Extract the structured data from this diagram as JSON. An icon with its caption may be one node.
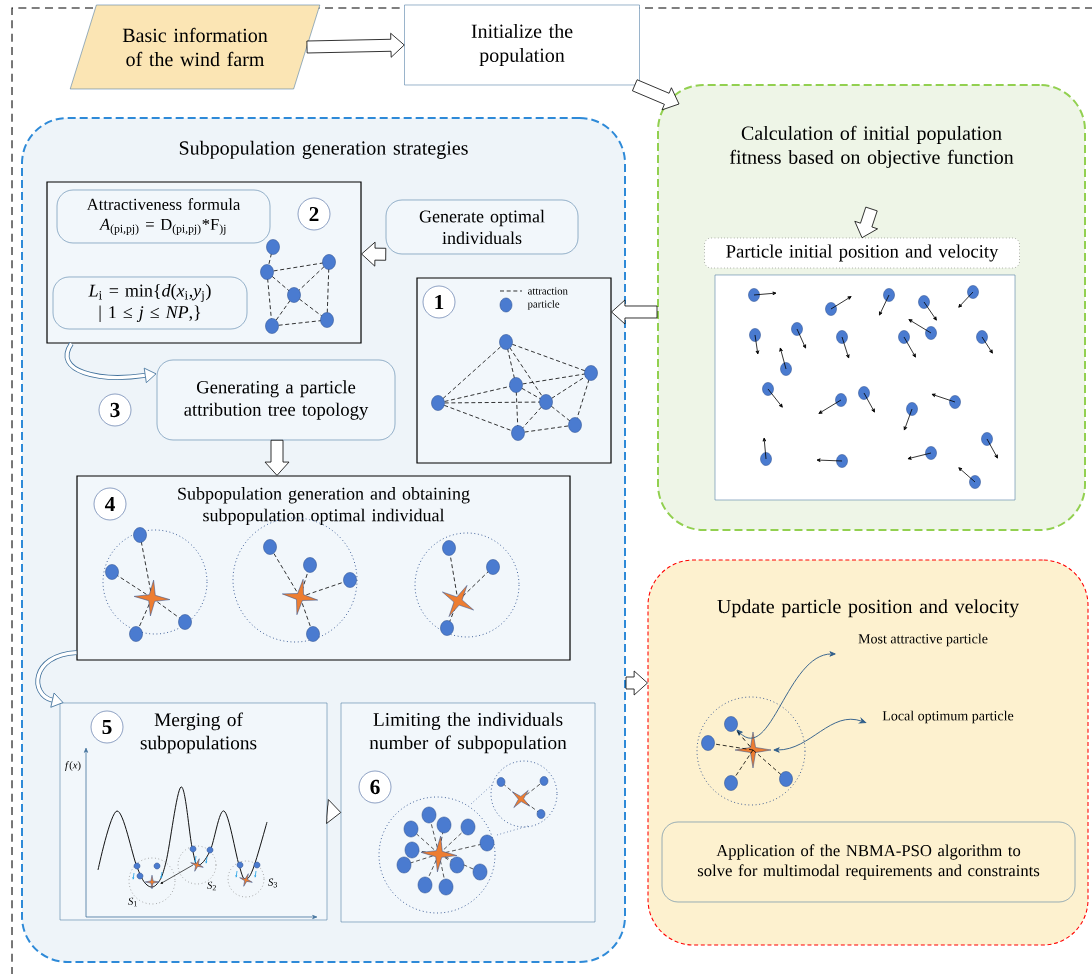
{
  "diagram": {
    "nodes": [
      {
        "text": [
          "Basic information of the wind farm"
        ]
      },
      {
        "text": [
          "Initialize the population"
        ]
      },
      {
        "text": [
          "Subpopulation generation strategies"
        ]
      },
      {
        "text": [
          "Calculation of initial population fitness based on objective function"
        ]
      },
      {
        "text": [],
        "shape": "box",
        "in": 2
      },
      {
        "text": [
          "Attractiveness formula",
          "*A*$_{(pi,pj)}$ = D$_{(pi,pj)}$*F$_{)j}$"
        ],
        "in": 4
      },
      {
        "text": [
          "2"
        ],
        "in": 4
      },
      {
        "text": [
          "*L*$_{i}$ = min{*d*(*x*$_{i}$,*y*$_{j}$) | 1 ≤ *j* ≤ *NP*,}"
        ],
        "in": 4
      },
      {
        "text": [
          "Generate optimal individuals"
        ],
        "in": 2
      },
      {
        "text": [],
        "shape": "box",
        "in": 2
      },
      {
        "text": [
          "1"
        ],
        "in": 9
      },
      {
        "text": [
          "Generating a particle attribution tree topology"
        ],
        "in": 2
      },
      {
        "text": [
          "3"
        ],
        "in": 2
      },
      {
        "text": [
          "Subpopulation generation and obtaining subpopulation optimal individual"
        ],
        "in": 2
      },
      {
        "text": [
          "4"
        ],
        "in": 13
      },
      {
        "text": [
          "Merging of subpopulations"
        ],
        "in": 2
      },
      {
        "text": [
          "5"
        ],
        "in": 15
      },
      {
        "text": [
          "Limiting the individuals number of subpopulation"
        ],
        "in": 2
      },
      {
        "text": [
          "6"
        ],
        "in": 17
      },
      {
        "text": [
          "Particle initial position and velocity"
        ],
        "in": 3
      },
      {
        "text": [],
        "shape": "box",
        "in": 3
      },
      {
        "text": [
          "Update particle position and velocity"
        ]
      },
      {
        "text": [
          "Most attractive particle"
        ],
        "in": 21
      },
      {
        "text": [
          "Local optimum particle"
        ],
        "in": 21
      },
      {
        "text": [
          "Application of the NBMA-PSO algorithm to solve for multimodal requirements and constraints"
        ],
        "in": 21
      },
      {
        "text": [],
        "shape": "circle",
        "in": 21
      },
      {
        "text": [],
        "shape": "star",
        "in": 21
      }
    ],
    "edges": [
      {
        "from": 0,
        "to": 1,
        "arrow": "to"
      },
      {
        "from": 1,
        "to": 3,
        "arrow": "to"
      },
      {
        "from": 3,
        "to": 19,
        "arrow": "to"
      },
      {
        "from": 3,
        "to": 9,
        "arrow": "to"
      },
      {
        "from": 8,
        "to": 4,
        "arrow": "to"
      },
      {
        "from": 4,
        "to": 11,
        "arrow": "to",
        "style": "thick",
        "color": "#41719c"
      },
      {
        "from": 11,
        "to": 13,
        "arrow": "to"
      },
      {
        "from": 13,
        "to": 15,
        "arrow": "to",
        "style": "thick",
        "color": "#41719c"
      },
      {
        "from": 15,
        "to": 17,
        "arrow": "to"
      },
      {
        "from": 2,
        "to": 21,
        "arrow": "to"
      },
      {
        "from": 22,
        "to": 25,
        "arrow": "both",
        "color": "#2e5d8a"
      },
      {
        "from": 23,
        "to": 26,
        "arrow": "both",
        "color": "#2e5d8a"
      },
      {
        "from": 26,
        "to": 25,
        "arrow": "none",
        "style": "dashed",
        "color": "#000000"
      }
    ],
    "labels": [
      "*f*(*x*)",
      "*S*$_{1}$",
      "*S*$_{2}$",
      "*S*$_{3}$"
    ],
    "legend": [
      {
        "text": "attraction"
      },
      {
        "text": "particle"
      }
    ]
  }
}
